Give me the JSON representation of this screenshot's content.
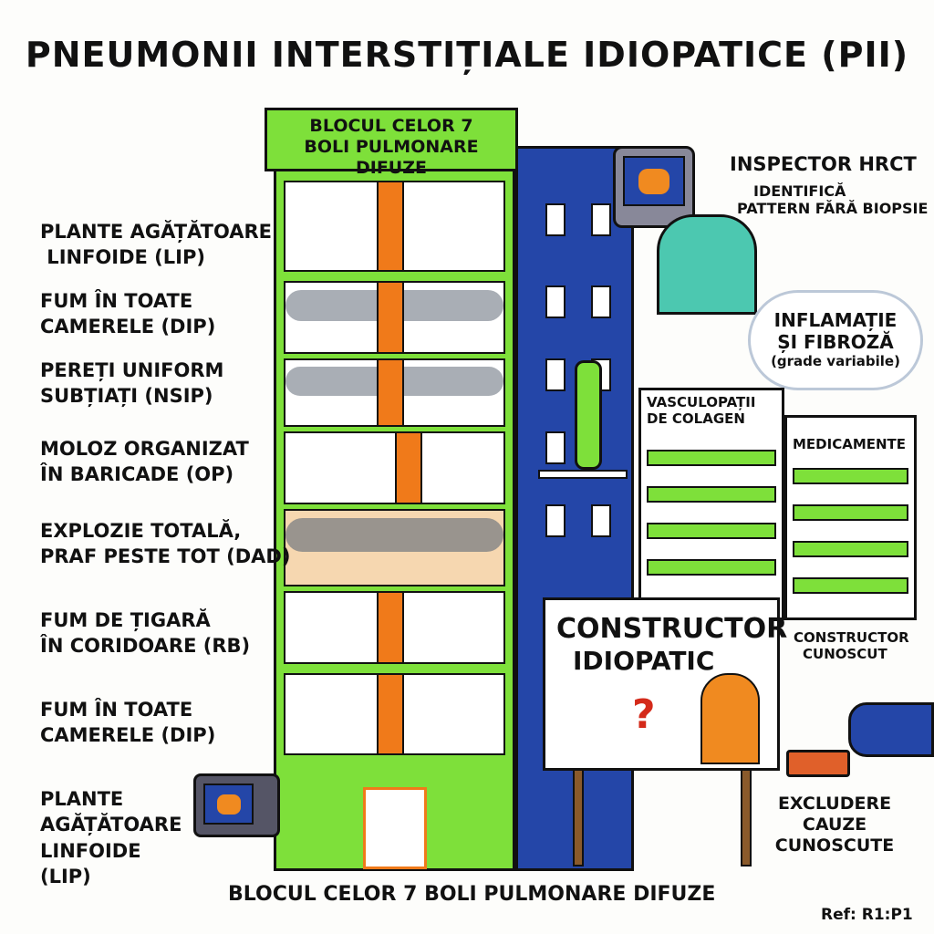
{
  "title": "PNEUMONII INTERSTIȚIALE IDIOPATICE (PII)",
  "roof_sign": {
    "line1": "BLOCUL CELOR 7",
    "line2": "BOLI PULMONARE DIFUZE"
  },
  "floor_labels": [
    {
      "line1": "PLANTE AGĂȚĂTOARE",
      "line2": " LINFOIDE (LIP)"
    },
    {
      "line1": "FUM ÎN TOATE",
      "line2": "CAMERELE (DIP)"
    },
    {
      "line1": "PEREȚI UNIFORM",
      "line2": "SUBȚIAȚI (NSIP)"
    },
    {
      "line1": "MOLOZ ORGANIZAT",
      "line2": "ÎN BARICADE (OP)"
    },
    {
      "line1": "EXPLOZIE TOTALĂ,",
      "line2": "PRAF PESTE TOT (DAD)"
    },
    {
      "line1": "FUM DE ȚIGARĂ",
      "line2": "ÎN CORIDOARE (RB)"
    },
    {
      "line1": "FUM ÎN TOATE",
      "line2": "CAMERELE (DIP)"
    }
  ],
  "bottom_left_label": {
    "line1": "PLANTE",
    "line2": "AGĂȚĂTOARE",
    "line3": "LINFOIDE",
    "line4": "(LIP)"
  },
  "inspector": {
    "title": "INSPECTOR HRCT",
    "line1": "IDENTIFICĂ",
    "line2": "PATTERN FĂRĂ BIOPSIE"
  },
  "thought": {
    "line1": "INFLAMAȚIE",
    "line2": "ȘI FIBROZĂ",
    "line3": "(grade variabile)"
  },
  "side_buildings": [
    {
      "label1": "VASCULOPAȚII",
      "label2": "DE COLAGEN"
    },
    {
      "label1": "MEDICAMENTE"
    }
  ],
  "constructor_sign": {
    "line1": "CONSTRUCTOR",
    "line2": "IDIOPATIC",
    "mark": "?"
  },
  "known_builder": {
    "line1": "CONSTRUCTOR",
    "line2": "CUNOSCUT"
  },
  "stamp": {
    "line1": "EXCLUDERE",
    "line2": "CAUZE",
    "line3": "CUNOSCUTE"
  },
  "caption": "BLOCUL CELOR 7 BOLI PULMONARE DIFUZE",
  "ref": "Ref: R1:P1"
}
